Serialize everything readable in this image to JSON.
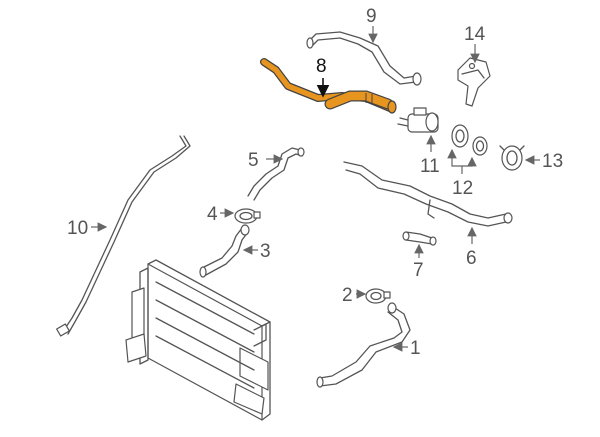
{
  "diagram": {
    "highlight_color": "#e8951f",
    "outline_color": "#555555",
    "callouts": {
      "c1": "1",
      "c2": "2",
      "c3": "3",
      "c4": "4",
      "c5": "5",
      "c6": "6",
      "c7": "7",
      "c8": "8",
      "c9": "9",
      "c10": "10",
      "c11": "11",
      "c12": "12",
      "c13": "13",
      "c14": "14"
    },
    "highlighted_part": "8"
  }
}
